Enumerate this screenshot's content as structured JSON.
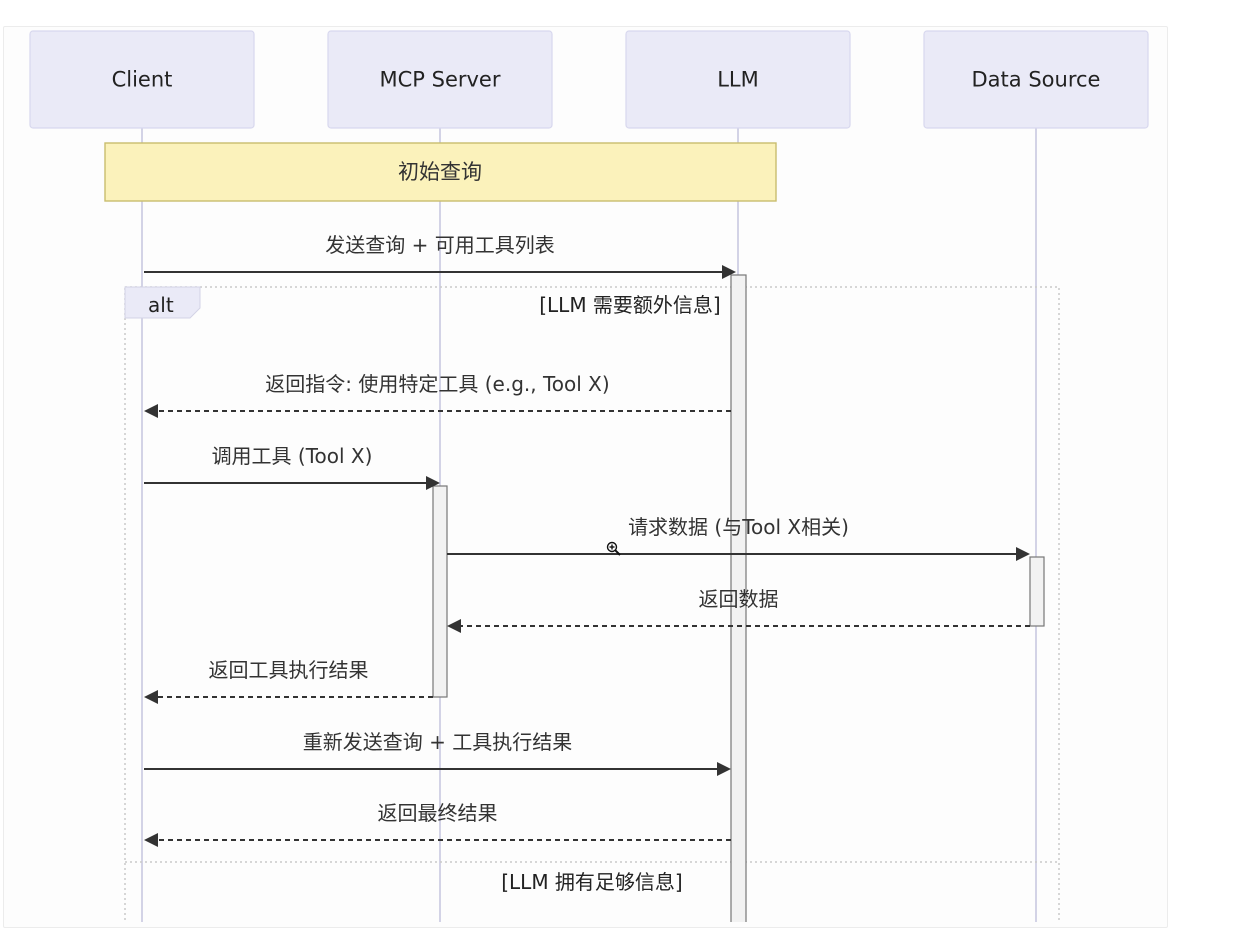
{
  "diagram": {
    "type": "sequence",
    "participants": [
      {
        "id": "client",
        "label": "Client"
      },
      {
        "id": "mcp",
        "label": "MCP Server"
      },
      {
        "id": "llm",
        "label": "LLM"
      },
      {
        "id": "data",
        "label": "Data Source"
      }
    ],
    "note": {
      "text": "初始查询",
      "over": [
        "client",
        "llm"
      ]
    },
    "messages": [
      {
        "from": "client",
        "to": "llm",
        "text": "发送查询 + 可用工具列表",
        "style": "solid"
      },
      {
        "from": "llm",
        "to": "client",
        "text": "返回指令: 使用特定工具 (e.g., Tool X)",
        "style": "dashed"
      },
      {
        "from": "client",
        "to": "mcp",
        "text": "调用工具 (Tool X)",
        "style": "solid"
      },
      {
        "from": "mcp",
        "to": "data",
        "text": "请求数据 (与Tool X相关)",
        "style": "solid"
      },
      {
        "from": "data",
        "to": "mcp",
        "text": "返回数据",
        "style": "dashed"
      },
      {
        "from": "mcp",
        "to": "client",
        "text": "返回工具执行结果",
        "style": "dashed"
      },
      {
        "from": "client",
        "to": "llm",
        "text": "重新发送查询 + 工具执行结果",
        "style": "solid"
      },
      {
        "from": "llm",
        "to": "client",
        "text": "返回最终结果",
        "style": "dashed"
      }
    ],
    "alt": {
      "label": "alt",
      "conditions": [
        "[LLM 需要额外信息]",
        "[LLM 拥有足够信息]"
      ]
    },
    "cursor": {
      "icon": "zoom-in-cursor-icon"
    }
  }
}
